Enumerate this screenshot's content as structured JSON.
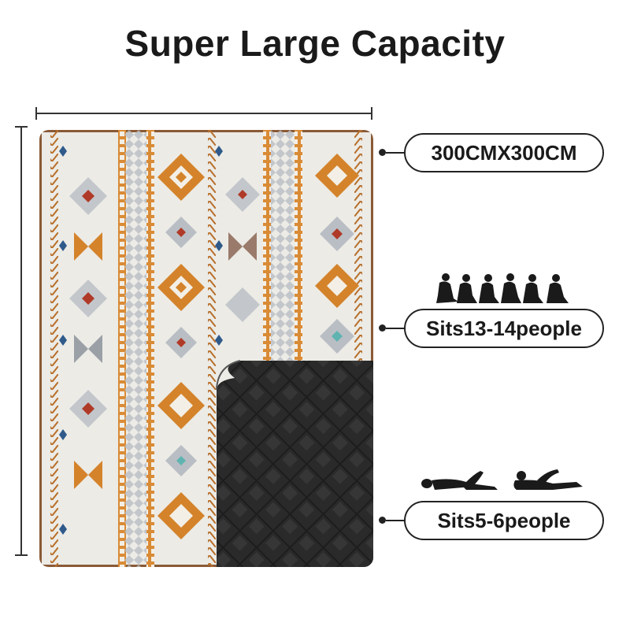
{
  "title": "Super Large Capacity",
  "labels": {
    "size": "300CMX300CM",
    "sitting": "Sits13-14people",
    "lying": "Sits5-6people"
  },
  "icons": {
    "sitting_people": "six-seated-people-silhouette-icon",
    "lying_people": "two-lying-people-silhouette-icon"
  },
  "colors": {
    "text": "#1a1a1a",
    "mat_base": "#ecebe6",
    "pattern_orange": "#d4832b",
    "pattern_red": "#b03a28",
    "pattern_blue": "#2f5a8a",
    "pattern_gray": "#a9aeb3",
    "backing": "#1b1b1b"
  }
}
